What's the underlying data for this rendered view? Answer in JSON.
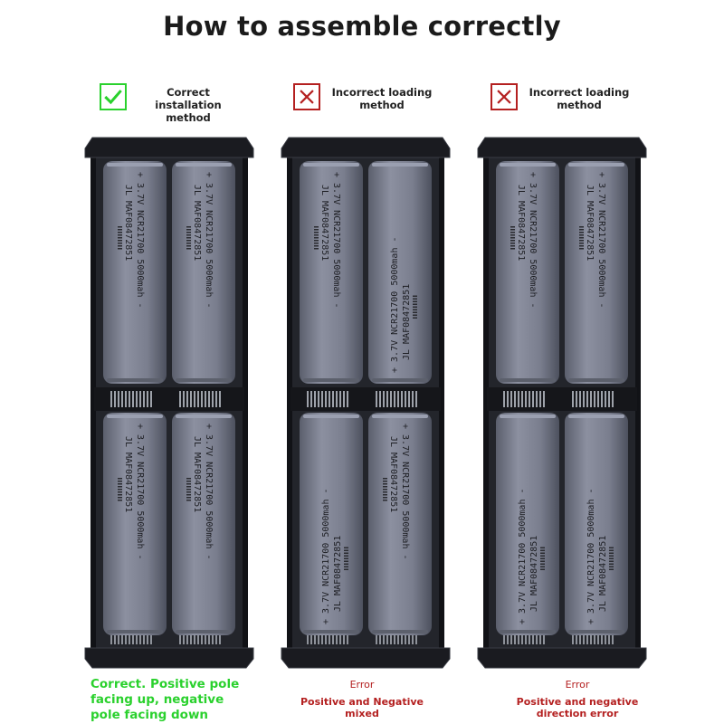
{
  "title": "How to assemble correctly",
  "colors": {
    "correct": "#2ad12d",
    "incorrect": "#b42020"
  },
  "methods": [
    {
      "icon": "check-icon",
      "label": "Correct installation method"
    },
    {
      "icon": "x-icon",
      "label": "Incorrect loading method"
    },
    {
      "icon": "x-icon",
      "label": "Incorrect loading method"
    }
  ],
  "battery_text": {
    "plus": "+",
    "minus": "-",
    "voltage": "3.7V",
    "brand": "JL",
    "model": "NCR21700",
    "capacity": "5000mah",
    "serial": "MAF08472851"
  },
  "captions": [
    {
      "head": "",
      "body": "Correct. Positive pole facing up, negative pole facing down"
    },
    {
      "head": "Error",
      "body": "Positive and Negative mixed"
    },
    {
      "head": "Error",
      "body": "Positive and negative direction error"
    }
  ]
}
